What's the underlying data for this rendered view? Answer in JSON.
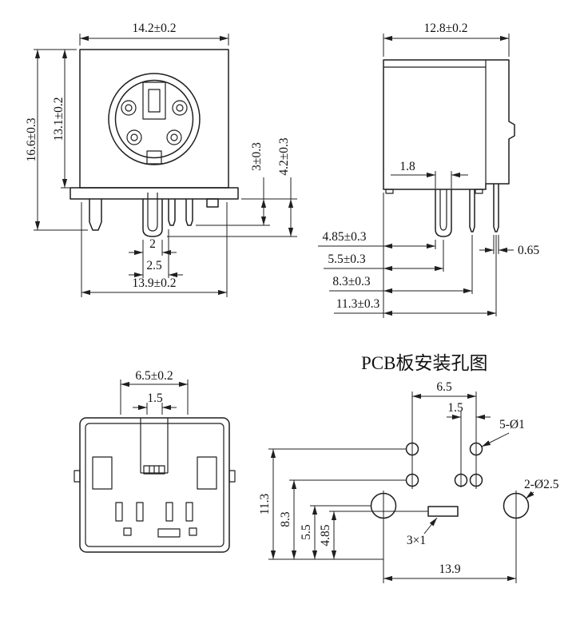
{
  "drawing": {
    "background": "#ffffff",
    "line_color": "#1f1f1f"
  },
  "views": {
    "front": {
      "dims": {
        "top_width": "14.2±0.2",
        "total_height": "16.6±0.3",
        "body_height": "13.1±0.2",
        "pin_length_short": "3±0.3",
        "pin_length_long": "4.2±0.3",
        "shield_pin_width": "2",
        "pin_pitch": "2.5",
        "bottom_width": "13.9±0.2"
      }
    },
    "side": {
      "dims": {
        "depth": "12.8±0.2",
        "shield_pin_slot": "1.8",
        "pin_dist_1": "4.85±0.3",
        "pin_dist_2": "5.5±0.3",
        "pin_dist_3": "8.3±0.3",
        "pin_dist_4": "11.3±0.3",
        "pin_thickness": "0.65"
      }
    },
    "bottom": {
      "dims": {
        "opening_width": "6.5±0.2",
        "tab_width": "1.5"
      }
    },
    "pcb": {
      "title": "PCB板安装孔图",
      "dims": {
        "hole_span": "6.5",
        "hole_offset": "1.5",
        "small_holes": "5-Ø1",
        "large_holes": "2-Ø2.5",
        "row_top": "11.3",
        "row_mid": "8.3",
        "row_large_holes": "5.5",
        "slot_offset": "4.85",
        "slot_size": "3×1",
        "mount_hole_span": "13.9"
      }
    }
  }
}
